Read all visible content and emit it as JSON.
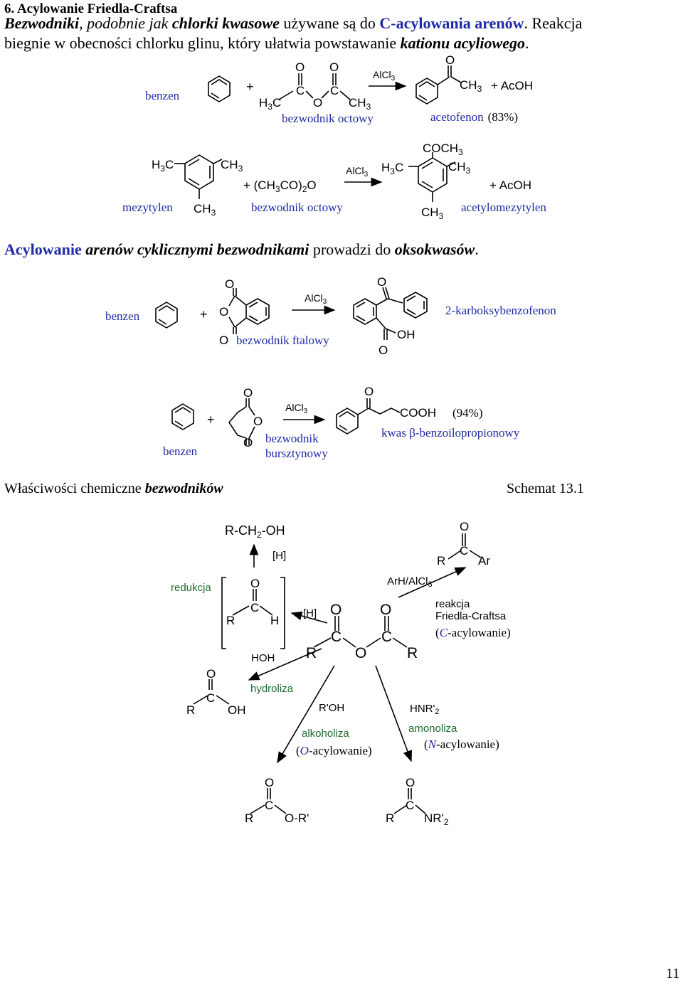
{
  "header": {
    "title": "6. Acylowanie Friedla-Craftsa"
  },
  "intro": {
    "line1": [
      {
        "t": "Bezwodniki",
        "s": "bi"
      },
      {
        "t": ", podobnie jak ",
        "s": "i"
      },
      {
        "t": "chlorki kwasowe",
        "s": "bi"
      },
      {
        "t": " używane są do ",
        "s": ""
      },
      {
        "t": "C-acylowania arenów",
        "s": "blue"
      },
      {
        "t": ". Reakcja",
        "s": ""
      }
    ],
    "line2": [
      {
        "t": "biegnie w obecności chlorku glinu, który ułatwia powstawanie ",
        "s": ""
      },
      {
        "t": "kationu acyliowego",
        "s": "bi"
      },
      {
        "t": ".",
        "s": ""
      }
    ]
  },
  "reaction1": {
    "reactant1": "benzen",
    "plus": "+",
    "anhydride_name": "bezwodnik octowy",
    "catalyst": "AlCl",
    "catalyst_sub": "3",
    "product_group": "CH",
    "product_sub": "3",
    "coproduct": "+ AcOH",
    "product_name": "acetofenon",
    "yield": "(83%)",
    "atoms": {
      "o": "O",
      "c": "C",
      "h3c": "H",
      "sub3": "3",
      "ch3": "CH"
    }
  },
  "reaction2": {
    "reactant1": "mezytylen",
    "reagent": "+ (CH",
    "reagent_mid": "CO)",
    "reagent_end": "O",
    "sub3": "3",
    "sub2": "2",
    "anhydride_name": "bezwodnik octowy",
    "catalyst": "AlCl",
    "coproduct": "+ AcOH",
    "product_name": "acetylomezytylen",
    "acetyl": "COCH",
    "h": "H",
    "c": "C",
    "ch": "CH"
  },
  "cyclic": {
    "text": [
      {
        "t": "Acylowanie ",
        "s": "blue"
      },
      {
        "t": "arenów cyklicznymi bezwodnikami",
        "s": "bi"
      },
      {
        "t": " prowadzi do ",
        "s": ""
      },
      {
        "t": "oksokwasów",
        "s": "bi"
      },
      {
        "t": ".",
        "s": ""
      }
    ]
  },
  "reaction3": {
    "reactant1": "benzen",
    "plus": "+",
    "anhydride_name": "bezwodnik ftalowy",
    "catalyst": "AlCl",
    "product_name": "2-karboksybenzofenon",
    "oh": "OH",
    "o": "O"
  },
  "reaction4": {
    "reactant1": "benzen",
    "plus": "+",
    "anhydride_name_1": "bezwodnik",
    "anhydride_name_2": "bursztynowy",
    "catalyst": "AlCl",
    "cooh": "COOH",
    "yield": "(94%)",
    "product_name_pre": "kwas ",
    "product_name_beta": "β",
    "product_name_post": "-benzoilopropionowy",
    "o": "O"
  },
  "properties": {
    "title_plain": "Właściwości chemiczne ",
    "title_ital": "bezwodników",
    "scheme": "Schemat 13.1"
  },
  "scheme": {
    "alcohol": "R-CH",
    "alcohol_end": "-OH",
    "sub2": "2",
    "h_reagent": "[H]",
    "reduction": "redukcja",
    "aldehyde": {
      "r": "R",
      "c": "C",
      "h": "H",
      "o": "O"
    },
    "anhydride": {
      "r": "R",
      "c": "C",
      "o": "O"
    },
    "ketone": {
      "r": "R",
      "c": "C",
      "o": "O",
      "ar": "Ar"
    },
    "arh": "ArH/AlCl",
    "sub3": "3",
    "fc1": "reakcja",
    "fc2": "Friedla-Craftsa",
    "fc3_c": "C",
    "fc3_rest": "-acylowanie)",
    "fc3_open": "(",
    "hoh": "HOH",
    "hydrolysis": "hydroliza",
    "acid": {
      "r": "R",
      "c": "C",
      "o": "O",
      "oh": "OH"
    },
    "roh": "R'OH",
    "alcoholysis": "alkoholiza",
    "o_acyl_open": "(",
    "o_acyl_o": "O",
    "o_acyl_rest": "-acylowanie)",
    "hnr": "HNR'",
    "ammonolysis": "amonoliza",
    "n_acyl_open": "(",
    "n_acyl_n": "N",
    "n_acyl_rest": "-acylowanie)",
    "ester": {
      "r": "R",
      "c": "C",
      "o": "O",
      "or": "O-R'"
    },
    "amide": {
      "r": "R",
      "c": "C",
      "o": "O",
      "nr": "NR'"
    }
  },
  "page": {
    "number": "11"
  },
  "colors": {
    "accent_blue": "#1f2aa6",
    "ink": "#000000",
    "green_label": "#1f6b2e"
  }
}
